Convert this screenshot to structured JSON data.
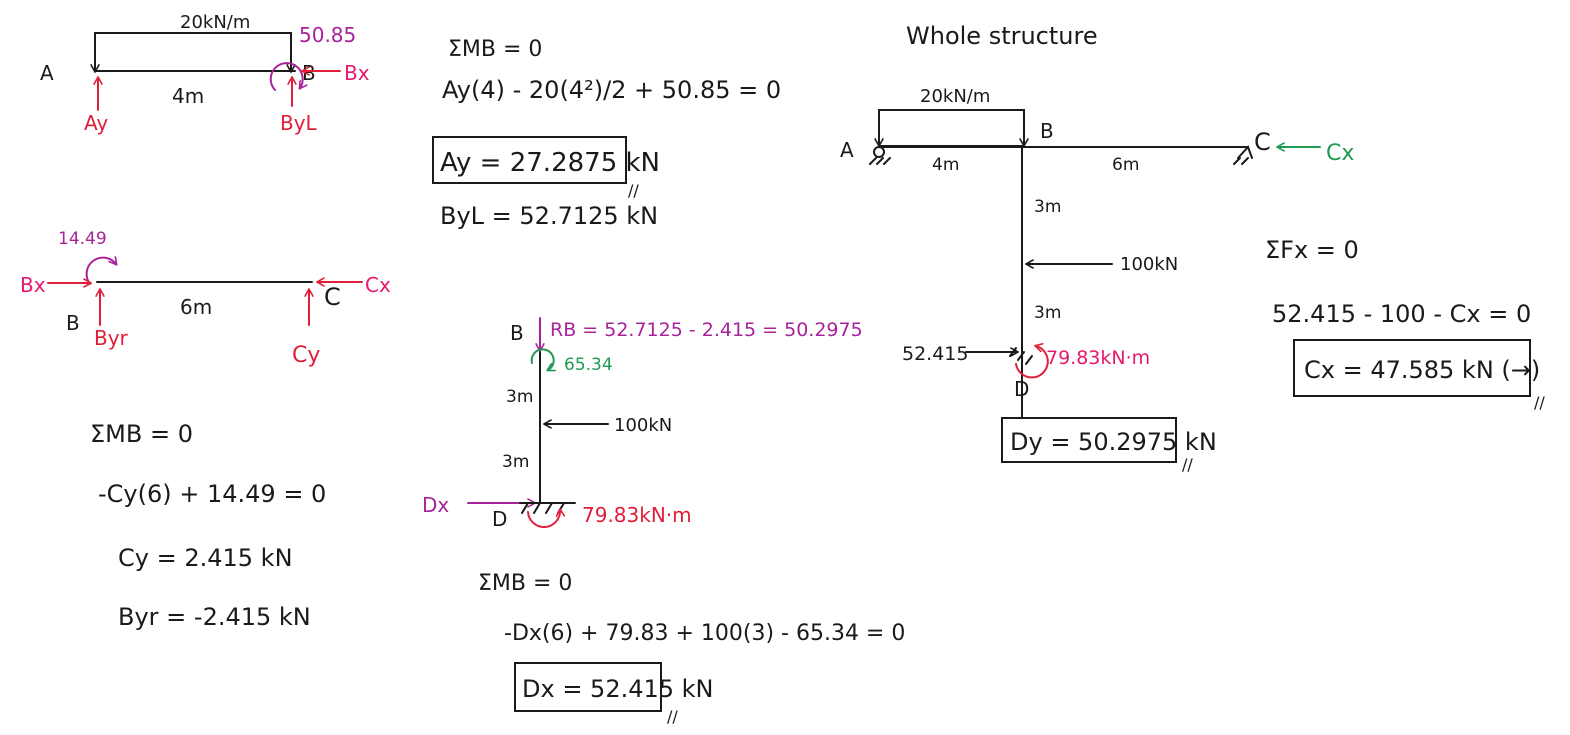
{
  "fbd_AB": {
    "label_A": "A",
    "label_B": "B",
    "load": "20kN/m",
    "moment": "50.85",
    "span": "4m",
    "Ay": "Ay",
    "ByL": "ByL",
    "Bx": "Bx"
  },
  "fbd_BC": {
    "label_B": "B",
    "label_C": "C",
    "moment": "14.49",
    "span": "6m",
    "Bx": "Bx",
    "Cx": "Cx",
    "Byr": "Byr",
    "Cy": "Cy"
  },
  "eq_BC": {
    "sum": "ΣMB = 0",
    "line1": "-Cy(6) + 14.49 = 0",
    "line2": "Cy = 2.415 kN",
    "line3": "Byr = -2.415 kN"
  },
  "eq_AB": {
    "sum": "ΣMB = 0",
    "line1": "Ay(4) - 20(4²)/2 + 50.85 = 0",
    "result": "Ay = 27.2875 kN",
    "line2": "ByL = 52.7125 kN",
    "checkmark": "//"
  },
  "fbd_BD": {
    "label_B": "B",
    "label_D": "D",
    "RB": "RB = 52.7125 - 2.415 = 50.2975",
    "moment_top": "65.34",
    "seg1": "3m",
    "seg2": "3m",
    "load": "100kN",
    "Dx": "Dx",
    "moment_bottom": "79.83kN·m"
  },
  "eq_BD": {
    "sum": "ΣMB = 0",
    "line1": "-Dx(6) + 79.83 + 100(3) - 65.34 = 0",
    "result": "Dx = 52.415 kN",
    "checkmark": "//"
  },
  "whole": {
    "title": "Whole structure",
    "load": "20kN/m",
    "label_A": "A",
    "label_B": "B",
    "label_C": "C",
    "label_D": "D",
    "span_AB": "4m",
    "span_BC": "6m",
    "seg1": "3m",
    "seg2": "3m",
    "point_load": "100kN",
    "Cx": "Cx",
    "Dx_value": "52.415",
    "moment_D": "79.83kN·m",
    "Dy_result": "Dy = 50.2975 kN",
    "checkmark": "//"
  },
  "eq_whole": {
    "sum": "ΣFx = 0",
    "line1": "52.415 - 100 - Cx = 0",
    "result": "Cx = 47.585 kN (→)",
    "checkmark": "//"
  },
  "colors": {
    "ink": "#1a1a1a",
    "red": "#e0203a",
    "magenta": "#a8239a",
    "green": "#1f9a55",
    "pink": "#e8186e"
  }
}
